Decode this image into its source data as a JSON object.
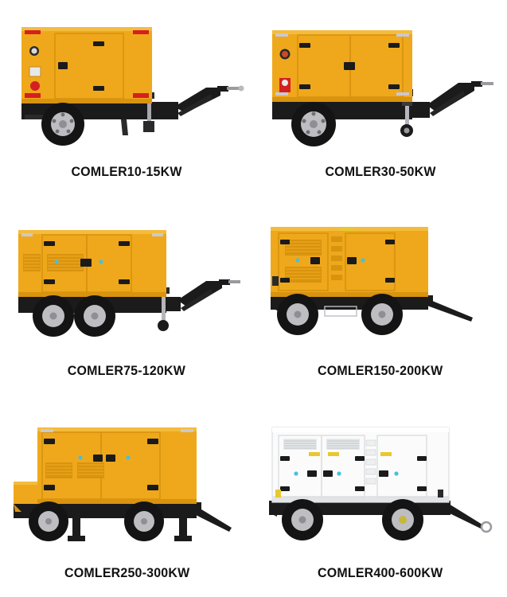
{
  "page": {
    "background_color": "#ffffff",
    "layout": "3-row by 2-column product grid"
  },
  "palette": {
    "canopy_yellow": "#EFA81B",
    "canopy_yellow_shadow": "#D8930F",
    "canopy_yellow_light": "#F4BC3E",
    "canopy_white": "#FBFBFB",
    "canopy_white_shadow": "#E2E4E6",
    "chassis_black": "#1B1B1B",
    "tire_black": "#141414",
    "rim_silver": "#BDBDC2",
    "marker_red": "#D42020",
    "accent_blue": "#46C0E0",
    "label_yellow": "#E8C830",
    "caption_color": "#111111"
  },
  "products": [
    {
      "id": "comler-10-15kw",
      "label": "COMLER10-15KW",
      "canopy_color": "#EFA81B",
      "body_style": "compact single-door canopy",
      "axles": 1,
      "wheels": 1,
      "towbar": "folding a-frame drawbar with coupling",
      "jack": "vertical screw jack",
      "features": [
        "red corner markers",
        "control panel",
        "emergency stop button",
        "single side door"
      ]
    },
    {
      "id": "comler-30-50kw",
      "label": "COMLER30-50KW",
      "canopy_color": "#EFA81B",
      "body_style": "twin-door canopy",
      "axles": 1,
      "wheels": 1,
      "towbar": "folding a-frame drawbar with coupling",
      "jack": "jockey wheel jack",
      "features": [
        "control panel",
        "emergency stop button",
        "two side doors"
      ]
    },
    {
      "id": "comler-75-120kw",
      "label": "COMLER75-120KW",
      "canopy_color": "#EFA81B",
      "body_style": "long canopy with louvre vents",
      "axles": 2,
      "wheels": 2,
      "towbar": "folding a-frame drawbar with coupling",
      "jack": "jockey wheel jack",
      "features": [
        "tandem axle",
        "louvre vents",
        "twin doors"
      ]
    },
    {
      "id": "comler-150-200kw",
      "label": "COMLER150-200KW",
      "canopy_color": "#EFA81B",
      "body_style": "tall canopy with vented doors",
      "axles": 2,
      "wheels": 2,
      "towbar": "straight drawbar",
      "jack": "none visible",
      "features": [
        "wide spaced axles",
        "vented doors",
        "step ladder rungs"
      ]
    },
    {
      "id": "comler-250-300kw",
      "label": "COMLER250-300KW",
      "canopy_color": "#EFA81B",
      "body_style": "extra long canopy with louvre vents",
      "axles": 2,
      "wheels": 2,
      "towbar": "straight drawbar",
      "jack": "two stabilizer legs",
      "features": [
        "front utility box",
        "stabilizer legs",
        "louvre vents",
        "twin doors"
      ]
    },
    {
      "id": "comler-400-600kw",
      "label": "COMLER400-600KW",
      "canopy_color": "#FBFBFB",
      "body_style": "white container canopy with three doors",
      "axles": 2,
      "wheels": 2,
      "towbar": "long straight drawbar with ring hitch",
      "jack": "none visible",
      "features": [
        "white canopy",
        "three access doors",
        "top louvre vents",
        "yellow warning labels"
      ]
    }
  ]
}
